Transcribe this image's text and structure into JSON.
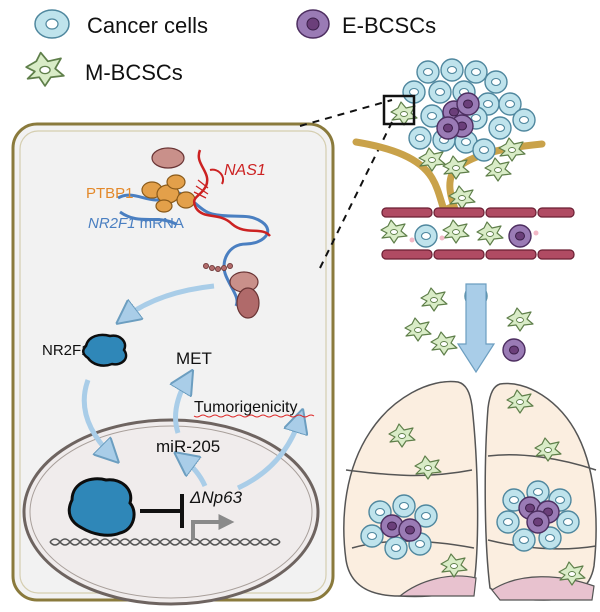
{
  "legend": {
    "cancer_cells": "Cancer cells",
    "e_bcscs": "E-BCSCs",
    "m_bcscs": "M-BCSCs"
  },
  "labels": {
    "nas1": "NAS1",
    "ptbp1": "PTBP1",
    "nr2f1_mrna_gene": "NR2F1",
    "nr2f1_mrna_suffix": " mRNA",
    "nr2f1_protein": "NR2F1",
    "met": "MET",
    "tumorigenicity": "Tumorigenicity",
    "mir205": "miR-205",
    "dnp63": "ΔNp63"
  },
  "colors": {
    "cell_border": "#8a7a3c",
    "cell_fill": "#f2f2f2",
    "cancer_cell": "#bfe3ec",
    "cancer_cell_stroke": "#5a8fa6",
    "e_bcsc": "#8a6aa8",
    "e_bcsc_nucleus": "#6b3f7a",
    "m_bcsc": "#d9ecc7",
    "m_bcsc_stroke": "#6a8a55",
    "nas1_red": "#cc2222",
    "ptbp1_orange": "#e3892b",
    "mrna_blue": "#4a7fc1",
    "nr2f1_protein": "#2f87b8",
    "arrow_blue": "#a9cde8",
    "ribosome": "#b06a6a",
    "vessel": "#8a3347",
    "membrane_tan": "#c9a24a",
    "lung_fill": "#fbeee0",
    "lung_pink": "#e8c2cf"
  }
}
